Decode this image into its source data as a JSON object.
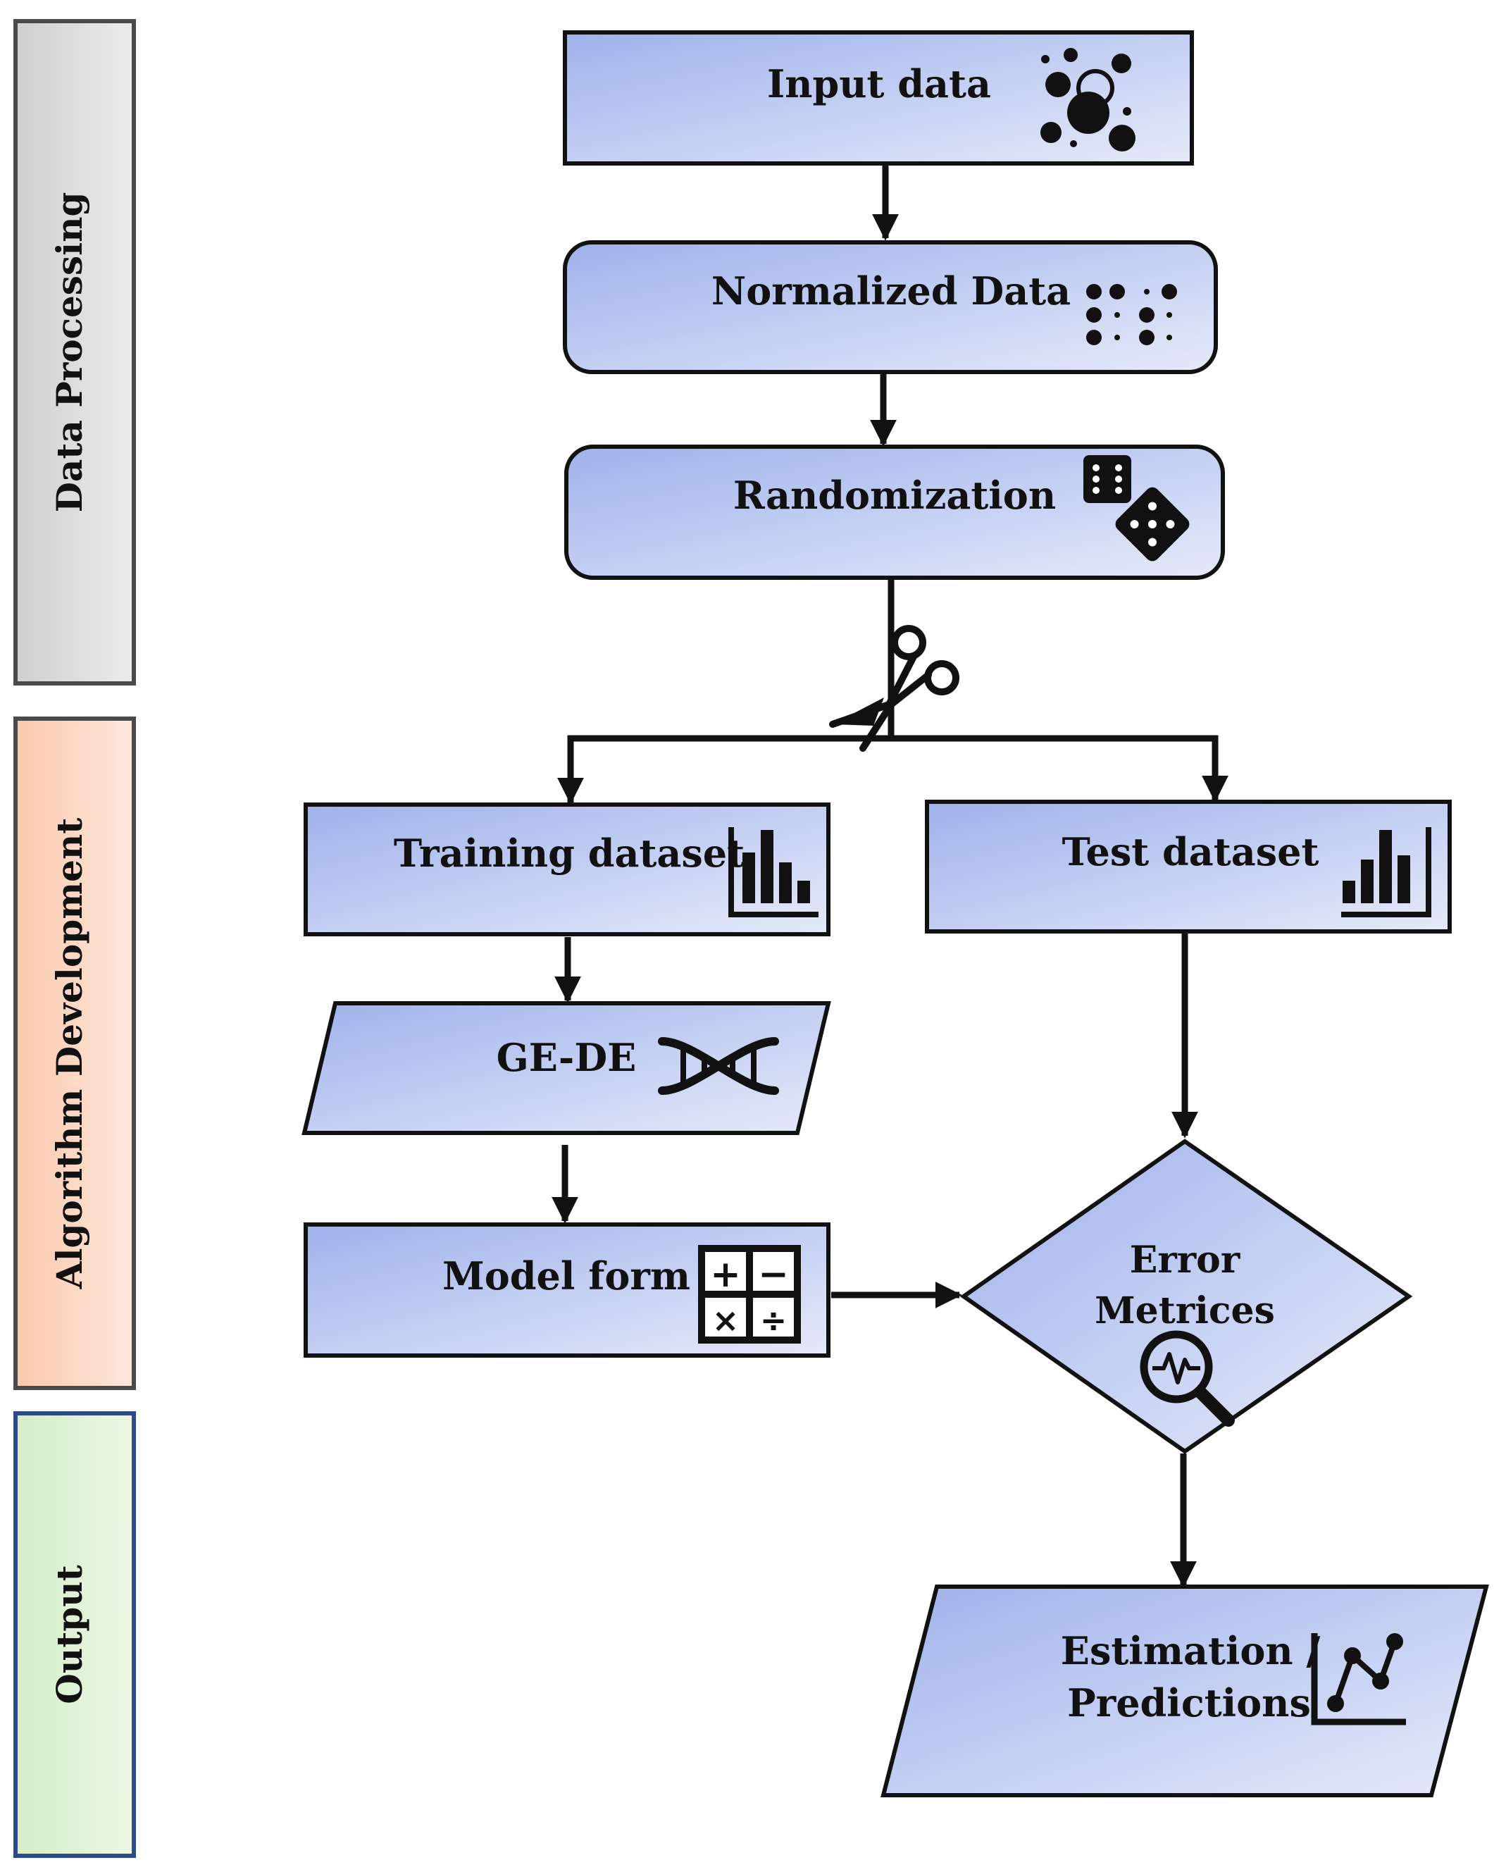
{
  "phases": {
    "data_processing": {
      "label": "Data Processing",
      "color": "#dadada"
    },
    "algorithm_development": {
      "label": "Algorithm Development",
      "color": "#fbd3c0"
    },
    "output": {
      "label": "Output",
      "color": "#d7efcc"
    }
  },
  "nodes": {
    "input_data": {
      "label": "Input data",
      "icon": "bubbles-icon"
    },
    "normalized_data": {
      "label": "Normalized Data",
      "icon": "braille-dots-icon"
    },
    "randomization": {
      "label": "Randomization",
      "icon": "dice-icon"
    },
    "split": {
      "icon": "scissors-icon"
    },
    "training_dataset": {
      "label": "Training dataset",
      "icon": "bar-chart-icon"
    },
    "test_dataset": {
      "label": "Test dataset",
      "icon": "bar-chart-icon"
    },
    "ge_de": {
      "label": "GE-DE",
      "icon": "dna-icon"
    },
    "model_form": {
      "label": "Model form",
      "icon": "calculator-icon"
    },
    "error_metrices": {
      "line1": "Error",
      "line2": "Metrices",
      "icon": "magnifier-pulse-icon"
    },
    "estimation": {
      "line1": "Estimation /",
      "line2": "Predictions",
      "icon": "line-chart-icon"
    }
  },
  "colors": {
    "box_fill_start": "#9fb2eb",
    "box_fill_end": "#e8ecf9",
    "stroke": "#111111"
  }
}
